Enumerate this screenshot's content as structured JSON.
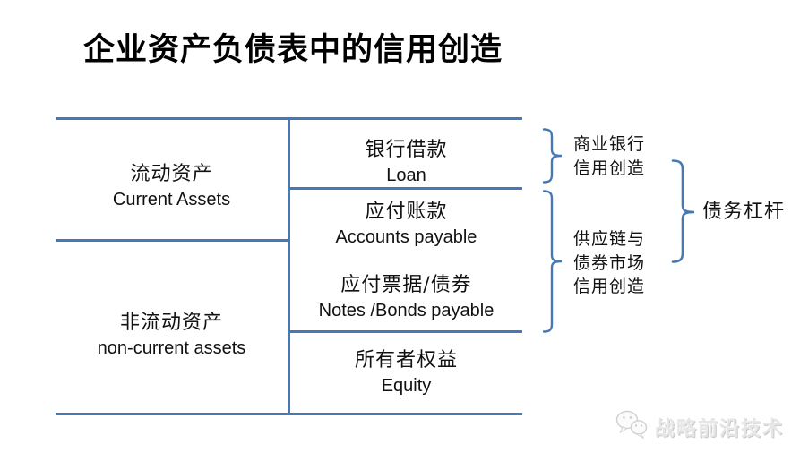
{
  "title": "企业资产负债表中的信用创造",
  "colors": {
    "line": "#4678B4",
    "text": "#111111",
    "watermark": "#e6e6e6"
  },
  "balance_sheet": {
    "assets": [
      {
        "zh": "流动资产",
        "en": "Current Assets"
      },
      {
        "zh": "非流动资产",
        "en": "non-current assets"
      }
    ],
    "liabilities_equity": [
      {
        "zh": "银行借款",
        "en": "Loan"
      },
      {
        "zh": "应付账款",
        "en": "Accounts payable"
      },
      {
        "zh": "应付票据/债券",
        "en": "Notes /Bonds payable"
      },
      {
        "zh": "所有者权益",
        "en": "Equity"
      }
    ]
  },
  "annotations": {
    "bank_credit_lines": [
      "商业银行",
      "信用创造"
    ],
    "supply_chain_credit_lines": [
      "供应链与",
      "债券市场",
      "信用创造"
    ],
    "debt_leverage": "债务杠杆"
  },
  "watermark": {
    "text": "战略前沿技术",
    "icon": "wechat-icon"
  }
}
